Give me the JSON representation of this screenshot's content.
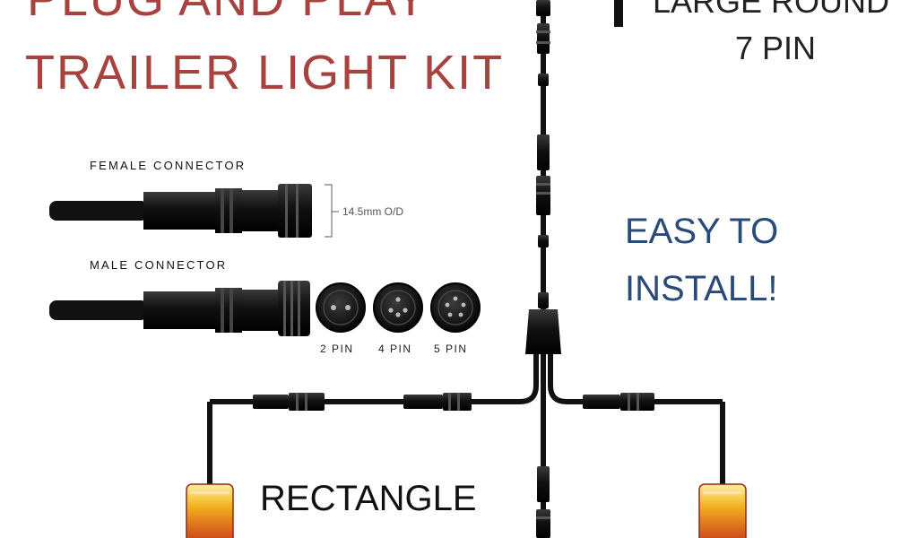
{
  "title_line_1": "PLUG AND PLAY",
  "title_line_2": "TRAILER LIGHT KIT",
  "top_label_line_1": "LARGE ROUND",
  "top_label_line_2": "7 PIN",
  "female_connector_label": "FEMALE CONNECTOR",
  "male_connector_label": "MALE CONNECTOR",
  "connector_size_label": "14.5mm O/D",
  "pin_labels": [
    "2 PIN",
    "4 PIN",
    "5 PIN"
  ],
  "easy_line_1": "EASY TO",
  "easy_line_2": "INSTALL!",
  "bottom_label": "RECTANGLE",
  "colors": {
    "title": "#a8423e",
    "easy_text": "#2a4a78",
    "cable": "#111111",
    "lamp_amber": "#f2b21f",
    "lamp_red": "#c8321f"
  }
}
